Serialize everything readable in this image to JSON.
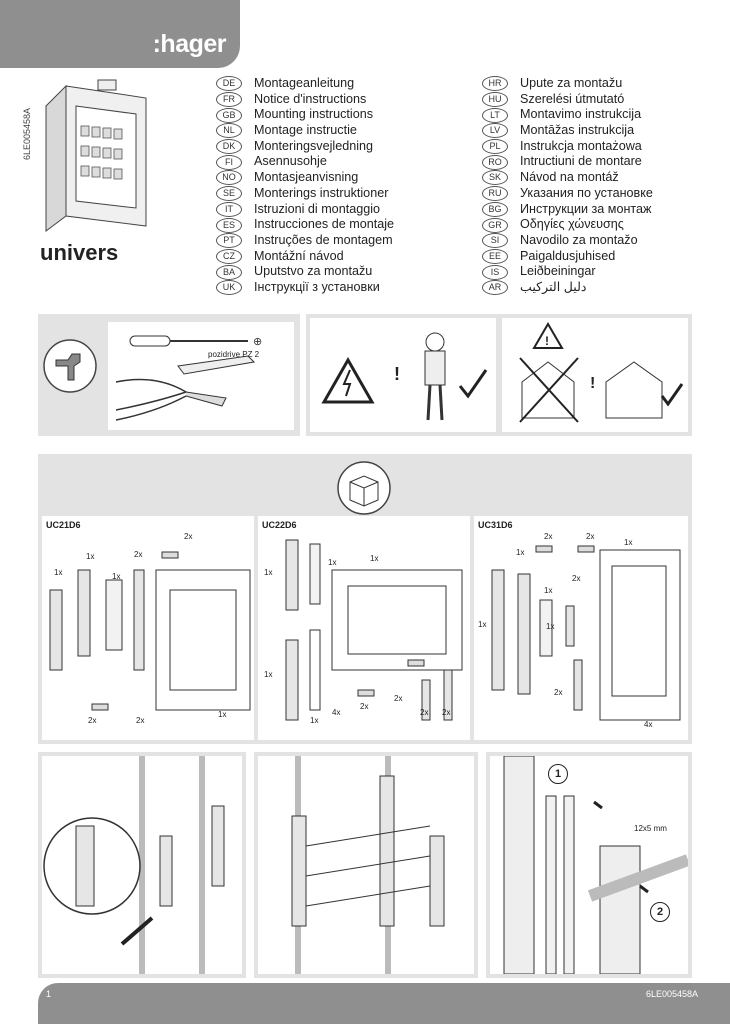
{
  "brand": ":hager",
  "doc_ref": "6LE005458A",
  "product_name": "univers",
  "languages_left": [
    {
      "code": "DE",
      "text": "Montageanleitung"
    },
    {
      "code": "FR",
      "text": "Notice d'instructions"
    },
    {
      "code": "GB",
      "text": "Mounting instructions"
    },
    {
      "code": "NL",
      "text": "Montage instructie"
    },
    {
      "code": "DK",
      "text": "Monteringsvejledning"
    },
    {
      "code": "FI",
      "text": "Asennusohje"
    },
    {
      "code": "NO",
      "text": "Montasjeanvisning"
    },
    {
      "code": "SE",
      "text": "Monterings instruktioner"
    },
    {
      "code": "IT",
      "text": "Istruzioni di montaggio"
    },
    {
      "code": "ES",
      "text": "Instrucciones de montaje"
    },
    {
      "code": "PT",
      "text": "Instruções de montagem"
    },
    {
      "code": "CZ",
      "text": "Montážní návod"
    },
    {
      "code": "BA",
      "text": "Uputstvo za montažu"
    },
    {
      "code": "UK",
      "text": "Інструкції з установки"
    }
  ],
  "languages_right": [
    {
      "code": "HR",
      "text": "Upute za montažu"
    },
    {
      "code": "HU",
      "text": "Szerelési útmutató"
    },
    {
      "code": "LT",
      "text": "Montavimo instrukcija"
    },
    {
      "code": "LV",
      "text": "Montāžas instrukcija"
    },
    {
      "code": "PL",
      "text": "Instrukcja montażowa"
    },
    {
      "code": "RO",
      "text": "Intructiuni de montare"
    },
    {
      "code": "SK",
      "text": "Návod na montáž"
    },
    {
      "code": "RU",
      "text": "Указания по установке"
    },
    {
      "code": "BG",
      "text": "Инструкции за монтаж"
    },
    {
      "code": "GR",
      "text": "Οδηγίες χώνευσης"
    },
    {
      "code": "SI",
      "text": "Navodilo za montažo"
    },
    {
      "code": "EE",
      "text": "Paigaldusjuhised"
    },
    {
      "code": "IS",
      "text": "Leiðbeiningar"
    },
    {
      "code": "AR",
      "text": "دليل التركيب"
    }
  ],
  "tools_label": "pozidrive PZ 2",
  "kits": [
    {
      "name": "UC21D6"
    },
    {
      "name": "UC22D6"
    },
    {
      "name": "UC31D6"
    }
  ],
  "qty": {
    "one": "1x",
    "two": "2x",
    "four": "4x"
  },
  "dimension_label": "12x5 mm",
  "steps": [
    "1",
    "2"
  ],
  "page_number": "1",
  "colors": {
    "gray_bar": "#8f8f8f",
    "panel": "#e3e3e3",
    "line": "#444444"
  }
}
